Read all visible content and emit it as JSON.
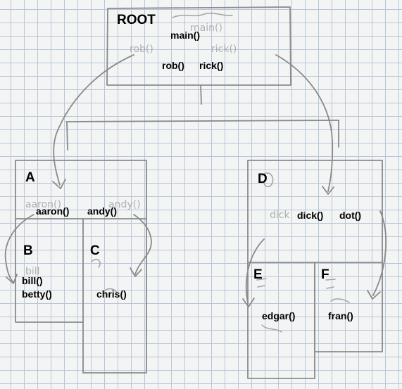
{
  "nodes": {
    "root": {
      "name": "ROOT",
      "methods": [
        "main()",
        "rob()",
        "rick()"
      ]
    },
    "a": {
      "name": "A",
      "methods": [
        "aaron()",
        "andy()"
      ]
    },
    "b": {
      "name": "B",
      "methods": [
        "bill()",
        "betty()"
      ]
    },
    "c": {
      "name": "C",
      "methods": [
        "chris()"
      ]
    },
    "d": {
      "name": "D",
      "methods": [
        "dick()",
        "dot()"
      ]
    },
    "e": {
      "name": "E",
      "methods": [
        "edgar()"
      ]
    },
    "f": {
      "name": "F",
      "methods": [
        "fran()"
      ]
    }
  },
  "sketch": {
    "root_main": "main()",
    "root_rob": "rob()",
    "root_rick": "rick()",
    "a_aaron": "aaron()",
    "a_andy": "andy()",
    "b_bill": "bill",
    "d_dick": "dick"
  }
}
